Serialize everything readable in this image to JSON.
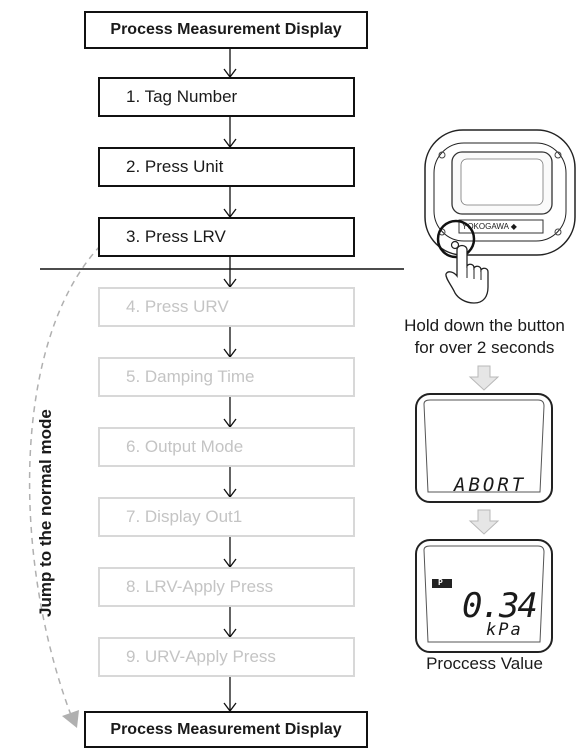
{
  "header_box": "Process Measurement Display",
  "footer_box": "Process Measurement Display",
  "steps": [
    {
      "label": "1. Tag Number"
    },
    {
      "label": "2. Press Unit"
    },
    {
      "label": "3. Press LRV"
    },
    {
      "label": "4. Press URV"
    },
    {
      "label": "5. Damping Time"
    },
    {
      "label": "6. Output Mode"
    },
    {
      "label": "7. Display Out1"
    },
    {
      "label": "8. LRV-Apply Press"
    },
    {
      "label": "9. URV-Apply Press"
    }
  ],
  "side_label": "Jump to the normal mode",
  "device": {
    "brand": "YOKOGAWA ◆"
  },
  "instruction_line1": "Hold down the button",
  "instruction_line2": "for over 2 seconds",
  "lcd_abort": "ABORT",
  "lcd_indicator": "P",
  "lcd_value": "0.34",
  "lcd_unit": "kPa",
  "caption_value": "Proccess Value",
  "colors": {
    "active_border": "#111111",
    "dim_border": "#d8d8d8",
    "dim_text": "#c4c4c4",
    "arrow_gray": "#c8c8c8"
  }
}
